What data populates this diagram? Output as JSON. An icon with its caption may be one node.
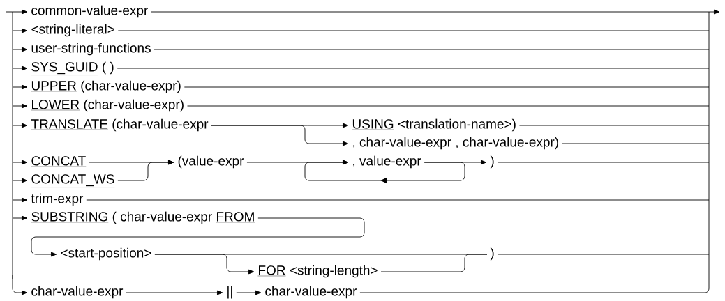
{
  "diagram": {
    "nodes": [
      {
        "text": [
          "common-value-expr"
        ]
      },
      {
        "text": [
          "<string-literal>"
        ]
      },
      {
        "text": [
          "user-string-functions"
        ]
      },
      {
        "text": [
          "SYS_GUID",
          "( )"
        ]
      },
      {
        "text": [
          "UPPER",
          "(char-value-expr)"
        ]
      },
      {
        "text": [
          "LOWER",
          "(char-value-expr)"
        ]
      },
      {
        "text": [
          "TRANSLATE",
          "(char-value-expr"
        ]
      },
      {
        "text": [
          "USING",
          "<translation-name>)"
        ]
      },
      {
        "text": [
          ", char-value-expr , char-value-expr)"
        ]
      },
      {
        "text": [
          "CONCAT"
        ]
      },
      {
        "text": [
          "CONCAT_WS"
        ]
      },
      {
        "text": [
          "(value-expr"
        ]
      },
      {
        "text": [
          ", value-expr"
        ]
      },
      {
        "text": [
          ")"
        ]
      },
      {
        "text": [
          "trim-expr"
        ]
      },
      {
        "text": [
          "SUBSTRING",
          "( char-value-expr",
          "FROM"
        ]
      },
      {
        "text": [
          "<start-position>"
        ]
      },
      {
        "text": [
          "FOR",
          "<string-length>"
        ]
      },
      {
        "text": [
          ")"
        ]
      },
      {
        "text": [
          "char-value-expr"
        ]
      },
      {
        "text": [
          "||"
        ]
      },
      {
        "text": [
          "char-value-expr"
        ]
      }
    ],
    "edges": [
      {
        "from": null,
        "to": 0,
        "arrow": "to"
      },
      {
        "from": null,
        "to": 1,
        "arrow": "to"
      },
      {
        "from": null,
        "to": 2,
        "arrow": "to"
      },
      {
        "from": null,
        "to": 3,
        "arrow": "to"
      },
      {
        "from": null,
        "to": 4,
        "arrow": "to"
      },
      {
        "from": null,
        "to": 5,
        "arrow": "to"
      },
      {
        "from": null,
        "to": 6,
        "arrow": "to"
      },
      {
        "from": null,
        "to": 9,
        "arrow": "to"
      },
      {
        "from": null,
        "to": 10,
        "arrow": "to"
      },
      {
        "from": null,
        "to": 14,
        "arrow": "to"
      },
      {
        "from": null,
        "to": 15,
        "arrow": "to"
      },
      {
        "from": null,
        "to": 19,
        "arrow": "to"
      },
      {
        "from": 0,
        "to": null,
        "arrow": "to"
      },
      {
        "from": 1,
        "to": null,
        "arrow": "none"
      },
      {
        "from": 2,
        "to": null,
        "arrow": "none"
      },
      {
        "from": 3,
        "to": null,
        "arrow": "none"
      },
      {
        "from": 4,
        "to": null,
        "arrow": "none"
      },
      {
        "from": 5,
        "to": null,
        "arrow": "none"
      },
      {
        "from": 6,
        "to": 7,
        "arrow": "to"
      },
      {
        "from": 6,
        "to": 8,
        "arrow": "to"
      },
      {
        "from": 7,
        "to": null,
        "arrow": "none"
      },
      {
        "from": 8,
        "to": null,
        "arrow": "none"
      },
      {
        "from": 9,
        "to": 11,
        "arrow": "to"
      },
      {
        "from": 10,
        "to": 11,
        "arrow": "to"
      },
      {
        "from": 11,
        "to": 12,
        "arrow": "to"
      },
      {
        "from": 12,
        "to": 13,
        "arrow": "to"
      },
      {
        "from": 12,
        "to": 12,
        "arrow": "to"
      },
      {
        "from": 13,
        "to": null,
        "arrow": "none"
      },
      {
        "from": 14,
        "to": null,
        "arrow": "none"
      },
      {
        "from": 15,
        "to": 16,
        "arrow": "to"
      },
      {
        "from": 16,
        "to": 18,
        "arrow": "none"
      },
      {
        "from": 16,
        "to": 17,
        "arrow": "to"
      },
      {
        "from": 17,
        "to": 18,
        "arrow": "none"
      },
      {
        "from": 18,
        "to": null,
        "arrow": "none"
      },
      {
        "from": 19,
        "to": 20,
        "arrow": "to"
      },
      {
        "from": 20,
        "to": 21,
        "arrow": "to"
      },
      {
        "from": 21,
        "to": null,
        "arrow": "none"
      }
    ]
  }
}
